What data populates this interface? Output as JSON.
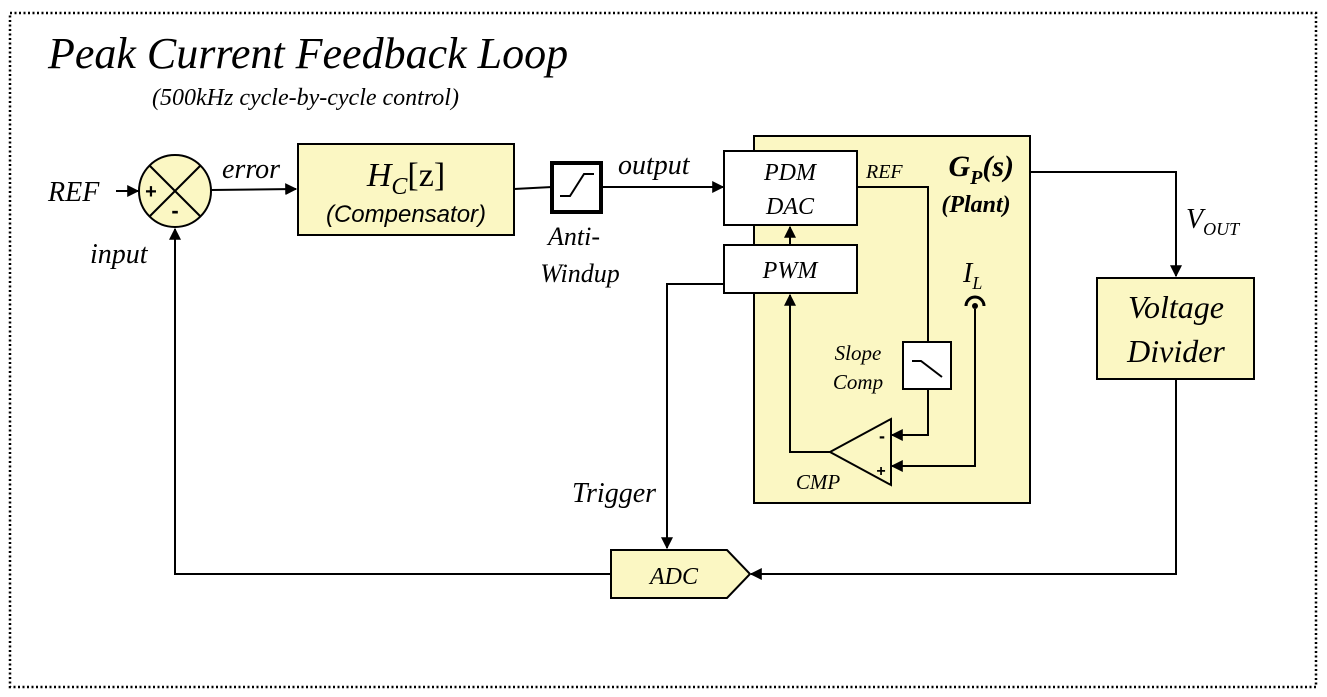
{
  "title": "Peak Current Feedback Loop",
  "subtitle": "(500kHz cycle-by-cycle control)",
  "summing_junction": {
    "input_label": "REF",
    "plus": "+",
    "minus": "-",
    "feedback_label": "input",
    "output_label": "error"
  },
  "compensator": {
    "transfer_fn": "H",
    "subscript": "C",
    "argument": "[z]",
    "caption": "(Compensator)"
  },
  "anti_windup": {
    "line1": "Anti-",
    "line2": "Windup"
  },
  "signals": {
    "output": "output",
    "trigger": "Trigger",
    "vout_main": "V",
    "vout_sub": "OUT"
  },
  "plant": {
    "title_main": "G",
    "title_sub": "P",
    "title_arg": "(s)",
    "caption": "(Plant)",
    "pdm_line1": "PDM",
    "pdm_line2": "DAC",
    "ref_label": "REF",
    "pwm_label": "PWM",
    "il_main": "I",
    "il_sub": "L",
    "slope_line1": "Slope",
    "slope_line2": "Comp",
    "cmp_label": "CMP",
    "cmp_minus": "-",
    "cmp_plus": "+"
  },
  "voltage_divider": {
    "line1": "Voltage",
    "line2": "Divider"
  },
  "adc": {
    "label": "ADC"
  },
  "colors": {
    "block_fill": "#fbf7c3",
    "line": "#000000",
    "background": "#ffffff"
  }
}
